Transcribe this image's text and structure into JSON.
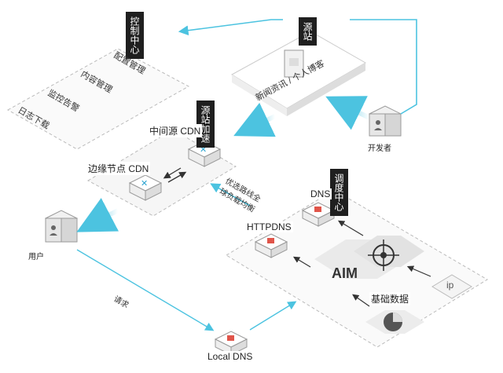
{
  "control_center": {
    "title": "控制中心",
    "items": [
      "配置管理",
      "内容管理",
      "监控告警",
      "日志下载"
    ]
  },
  "origin": {
    "title": "源站",
    "content": "新闻资讯 / 个人博客"
  },
  "developer": {
    "label": "开发者"
  },
  "acceleration": {
    "title": "源站加速",
    "mid_cdn": "中间源 CDN",
    "edge_cdn": "边缘节点 CDN"
  },
  "routing_note": "优选路线全 球负载均衡",
  "user": {
    "label": "用户"
  },
  "request_label": "请求",
  "local_dns": "Local DNS",
  "dispatch": {
    "title": "调度中心",
    "dns": "DNS",
    "httpdns": "HTTPDNS",
    "aim": "AIM",
    "basic_data": "基础数据",
    "ip": "ip"
  },
  "colors": {
    "arrow_blue": "#4cc3e0",
    "dark": "#1f1f1f",
    "red_badge": "#e0554a"
  }
}
